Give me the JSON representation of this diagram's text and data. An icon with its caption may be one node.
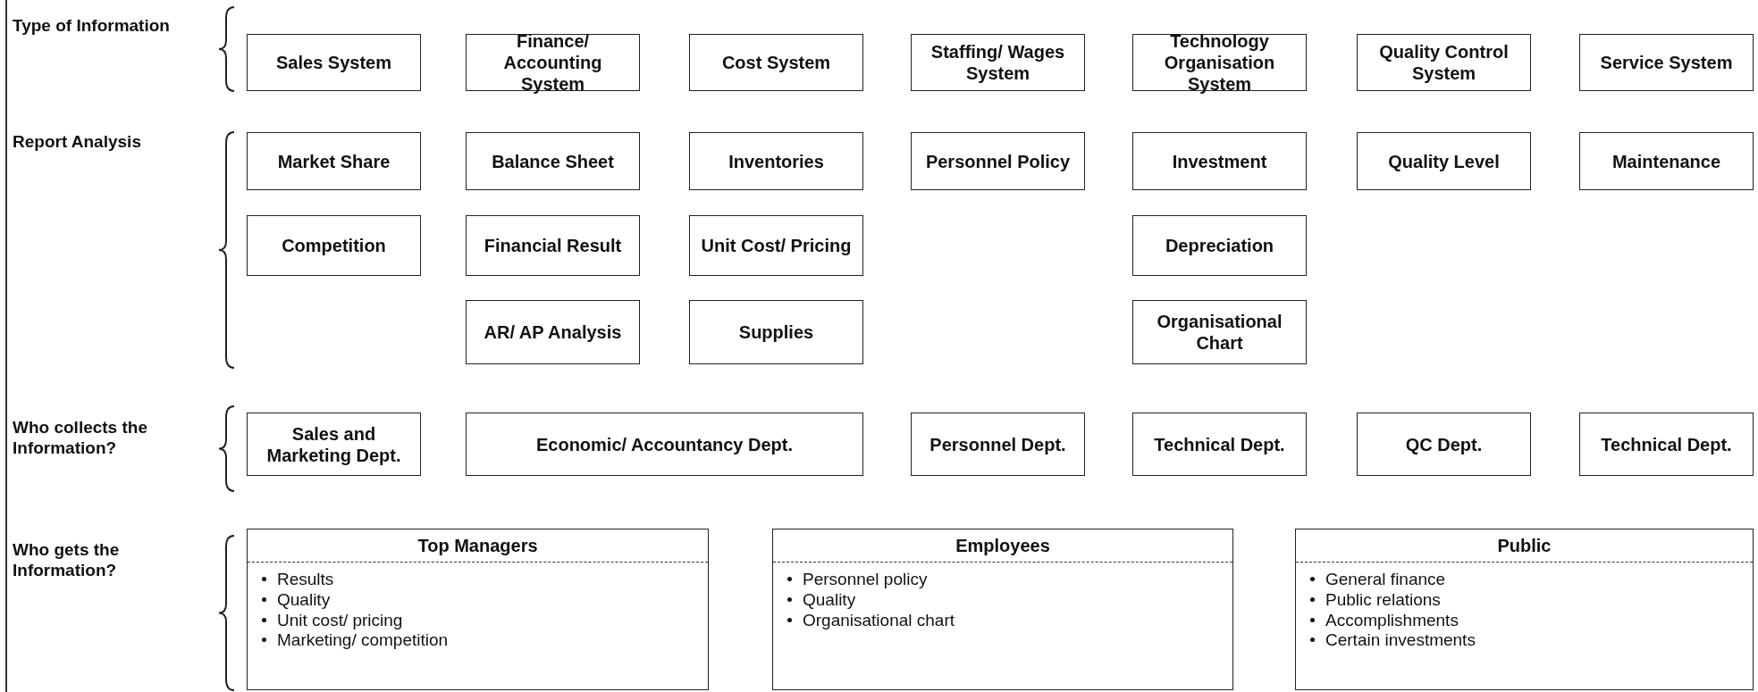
{
  "diagram": {
    "nodes": [
      {
        "text": [
          "Sales System"
        ]
      },
      {
        "text": [
          "Finance/ Accounting System"
        ]
      },
      {
        "text": [
          "Cost System"
        ]
      },
      {
        "text": [
          "Staffing/ Wages System"
        ]
      },
      {
        "text": [
          "Technology Organisation System"
        ]
      },
      {
        "text": [
          "Quality Control System"
        ]
      },
      {
        "text": [
          "Service System"
        ]
      },
      {
        "text": [
          "Market Share"
        ]
      },
      {
        "text": [
          "Balance Sheet"
        ]
      },
      {
        "text": [
          "Inventories"
        ]
      },
      {
        "text": [
          "Personnel Policy"
        ]
      },
      {
        "text": [
          "Investment"
        ]
      },
      {
        "text": [
          "Quality Level"
        ]
      },
      {
        "text": [
          "Maintenance"
        ]
      },
      {
        "text": [
          "Competition"
        ]
      },
      {
        "text": [
          "Financial Result"
        ]
      },
      {
        "text": [
          "Unit Cost/ Pricing"
        ]
      },
      {
        "text": [
          "Depreciation"
        ]
      },
      {
        "text": [
          "AR/ AP Analysis"
        ]
      },
      {
        "text": [
          "Supplies"
        ]
      },
      {
        "text": [
          "Organisational Chart"
        ]
      },
      {
        "text": [
          "Sales and Marketing Dept."
        ]
      },
      {
        "text": [
          "Economic/ Accountancy Dept."
        ]
      },
      {
        "text": [
          "Personnel Dept."
        ]
      },
      {
        "text": [
          "Technical Dept."
        ]
      },
      {
        "text": [
          "QC Dept."
        ]
      },
      {
        "text": [
          "Technical Dept."
        ]
      },
      {
        "text": [
          "Top Managers",
          "Results",
          "Quality",
          "Unit cost/ pricing",
          "Marketing/ competition"
        ]
      },
      {
        "text": [
          "Employees",
          "Personnel policy",
          "Quality",
          "Organisational chart"
        ]
      },
      {
        "text": [
          "Public",
          "General finance",
          "Public relations",
          "Accomplishments",
          "Certain investments"
        ]
      }
    ],
    "edges": [],
    "labels": [
      "Type of Information",
      "Report Analysis",
      "Who collects the Information?",
      "Who gets the Information?"
    ]
  }
}
